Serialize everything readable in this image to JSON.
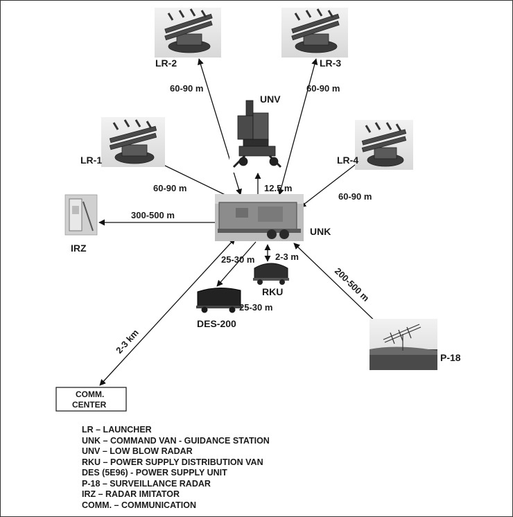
{
  "nodes": {
    "lr2": "LR-2",
    "lr3": "LR-3",
    "unv": "UNV",
    "lr1": "LR-1",
    "lr4": "LR-4",
    "irz": "IRZ",
    "unk": "UNK",
    "rku": "RKU",
    "des200": "DES-200",
    "p18": "P-18",
    "comm_center_line1": "COMM.",
    "comm_center_line2": "CENTER"
  },
  "distances": {
    "lr2_unk": "60-90 m",
    "lr3_unk": "60-90 m",
    "lr1_unk": "60-90 m",
    "lr4_unk": "60-90 m",
    "unv_unk": "12.5 m",
    "irz_unk": "300-500 m",
    "des_unk": "25-30 m",
    "rku_unk": "2-3 m",
    "des_rku": "25-30 m",
    "p18_unk": "200-500 m",
    "comm_unk": "2-3 km"
  },
  "legend": [
    "LR – LAUNCHER",
    "UNK – COMMAND VAN - GUIDANCE STATION",
    "UNV – LOW BLOW RADAR",
    "RKU – POWER SUPPLY DISTRIBUTION VAN",
    "DES (5E96) - POWER SUPPLY UNIT",
    "P-18 – SURVEILLANCE RADAR",
    "IRZ – RADAR IMITATOR",
    "COMM. – COMMUNICATION"
  ]
}
